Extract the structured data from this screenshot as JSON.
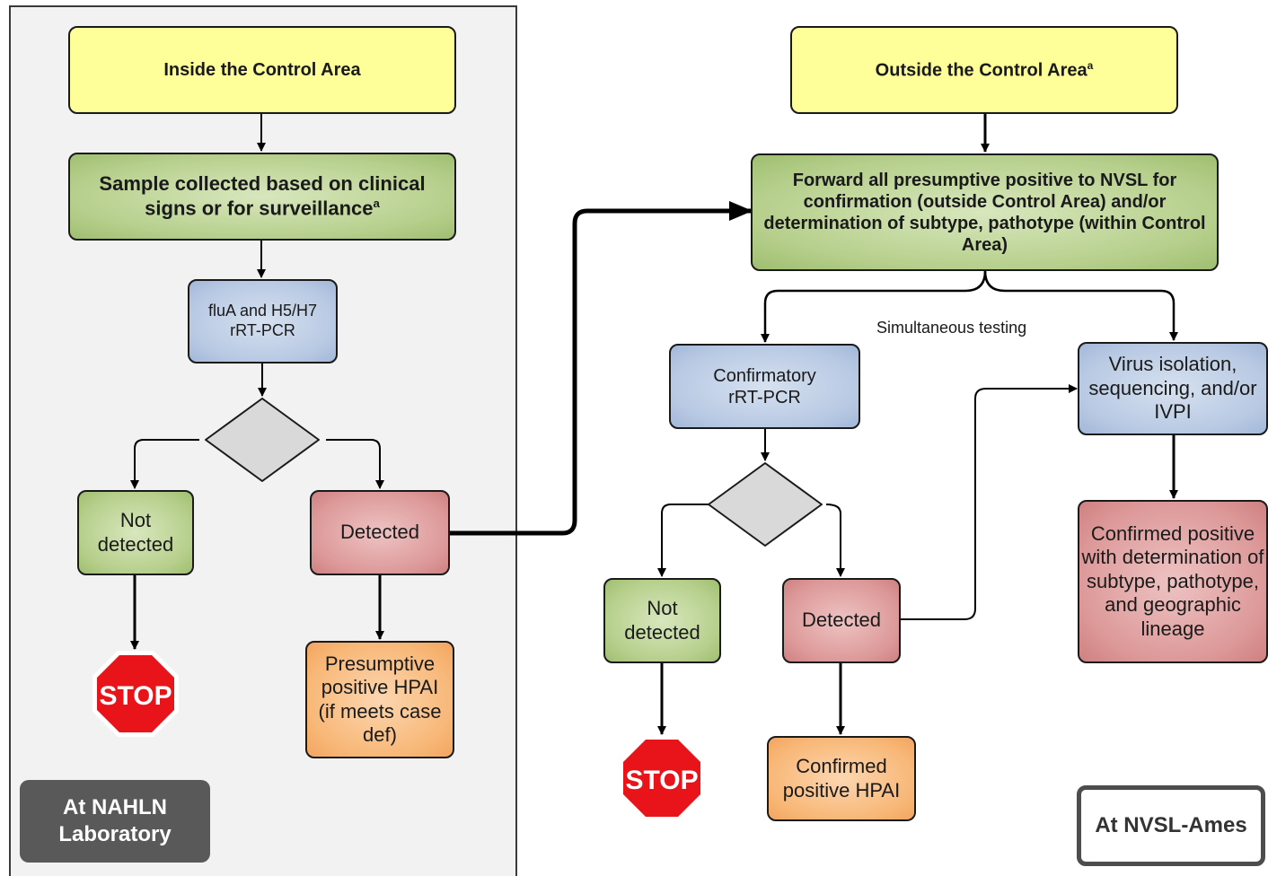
{
  "left_panel": {
    "start": "Inside the Control Area",
    "sample_main": "Sample collected based on clinical signs or for surveillance",
    "sample_sup": "a",
    "pcr": "fluA and H5/H7 rRT-PCR",
    "not_detected": "Not detected",
    "detected": "Detected",
    "presumptive": "Presumptive positive HPAI (if meets case def)",
    "stop": "STOP",
    "lab_label": "At NAHLN Laboratory"
  },
  "right_panel": {
    "start_main": "Outside the Control Area",
    "start_sup": "a",
    "forward": "Forward all presumptive positive to NVSL for confirmation (outside Control Area) and/or determination of subtype, pathotype (within Control Area)",
    "simultaneous": "Simultaneous testing",
    "confirmatory": "Confirmatory rRT-PCR",
    "virus_isolation": "Virus isolation, sequencing, and/or IVPI",
    "not_detected": "Not detected",
    "detected": "Detected",
    "confirmed_hpai": "Confirmed positive HPAI",
    "confirmed_lineage": "Confirmed positive with determination of subtype, pathotype, and geographic lineage",
    "stop": "STOP",
    "lab_label": "At NVSL-Ames"
  },
  "colors": {
    "yellow": "#ffff99",
    "green": "#b6cf8c",
    "blue": "#b8c9e3",
    "red": "#dd9999",
    "orange": "#f8b878",
    "stop_red": "#e8141a",
    "decision": "#d9d9d9"
  }
}
